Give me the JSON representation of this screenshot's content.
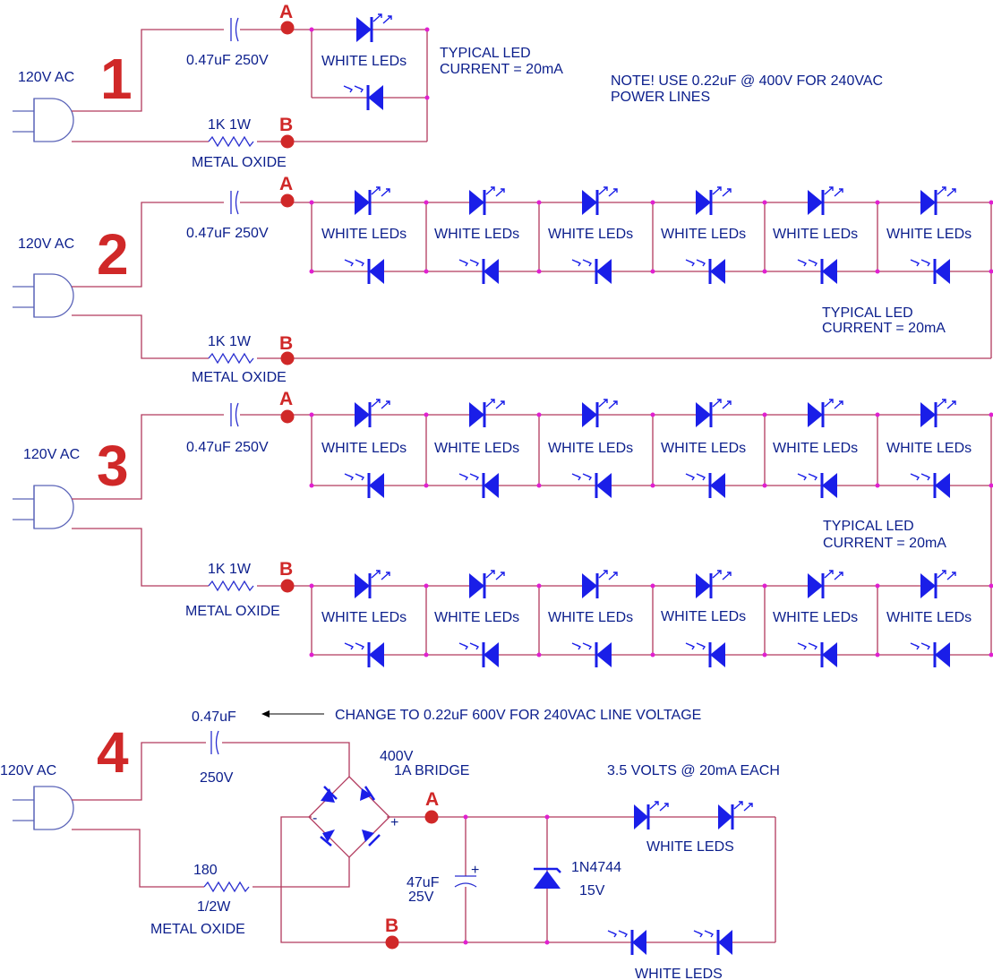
{
  "colors": {
    "wire": "#b23a5e",
    "led": "#1a1ee8",
    "label": "#0b1e8c",
    "accent": "#d02828",
    "junction": "#e020d0"
  },
  "circuits": [
    {
      "number": "1",
      "source": "120V AC",
      "capacitor": "0.47uF 250V",
      "resistor_value": "1K 1W",
      "resistor_type": "METAL OXIDE",
      "node_a": "A",
      "node_b": "B",
      "led_label": "WHITE LEDs",
      "current_line1": "TYPICAL LED",
      "current_line2": "CURRENT = 20mA",
      "note_line1": "NOTE! USE 0.22uF @ 400V FOR 240VAC",
      "note_line2": "POWER LINES"
    },
    {
      "number": "2",
      "source": "120V AC",
      "capacitor": "0.47uF 250V",
      "resistor_value": "1K 1W",
      "resistor_type": "METAL OXIDE",
      "node_a": "A",
      "node_b": "B",
      "led_labels": [
        "WHITE LEDs",
        "WHITE LEDs",
        "WHITE LEDs",
        "WHITE LEDs",
        "WHITE LEDs",
        "WHITE LEDs"
      ],
      "current_line1": "TYPICAL LED",
      "current_line2": "CURRENT = 20mA"
    },
    {
      "number": "3",
      "source": "120V AC",
      "capacitor": "0.47uF 250V",
      "resistor_value": "1K 1W",
      "resistor_type": "METAL OXIDE",
      "node_a": "A",
      "node_b": "B",
      "led_labels_top": [
        "WHITE LEDs",
        "WHITE LEDs",
        "WHITE LEDs",
        "WHITE LEDs",
        "WHITE LEDs",
        "WHITE LEDs"
      ],
      "led_labels_bottom": [
        "WHITE LEDs",
        "WHITE LEDs",
        "WHITE LEDs",
        "WHITE LEDs",
        "WHITE LEDs",
        "WHITE LEDs"
      ],
      "current_line1": "TYPICAL LED",
      "current_line2": "CURRENT = 20mA"
    },
    {
      "number": "4",
      "source": "120V AC",
      "capacitor_value": "0.47uF",
      "capacitor_voltage": "250V",
      "change_note": "CHANGE TO 0.22uF 600V FOR 240VAC LINE VOLTAGE",
      "bridge_line1": "400V",
      "bridge_line2": "1A BRIDGE",
      "bridge_minus": "-",
      "bridge_plus": "+",
      "resistor_value": "180",
      "resistor_watt": "1/2W",
      "resistor_type": "METAL OXIDE",
      "filter_cap_value": "47uF",
      "filter_cap_voltage": "25V",
      "filter_cap_plus": "+",
      "zener_part": "1N4744",
      "zener_voltage": "15V",
      "led_rating": "3.5 VOLTS @ 20mA EACH",
      "led_label_top": "WHITE LEDS",
      "led_label_bottom": "WHITE LEDS",
      "node_a": "A",
      "node_b": "B"
    }
  ]
}
